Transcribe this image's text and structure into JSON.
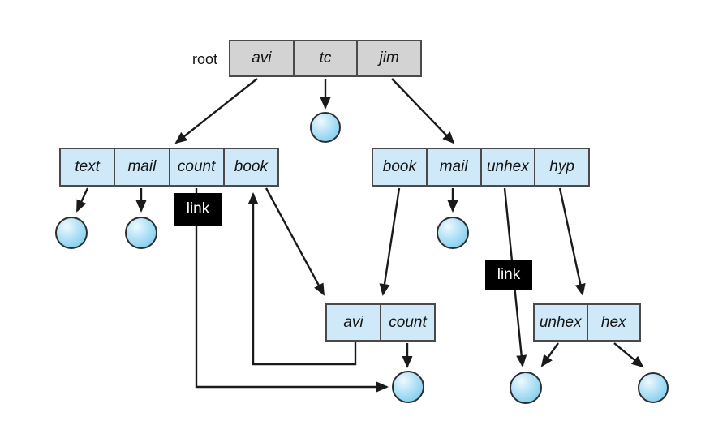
{
  "figure": {
    "root_label": "root",
    "tables": {
      "root": {
        "cells": [
          "avi",
          "tc",
          "jim"
        ]
      },
      "avi_dir": {
        "cells": [
          "text",
          "mail",
          "count",
          "book"
        ]
      },
      "jim_dir": {
        "cells": [
          "book",
          "mail",
          "unhex",
          "hyp"
        ]
      },
      "shared_dir": {
        "cells": [
          "avi",
          "count"
        ]
      },
      "hyp_dir": {
        "cells": [
          "unhex",
          "hex"
        ]
      }
    },
    "link_labels": {
      "left": "link",
      "right": "link"
    },
    "colors": {
      "directory_gray": "#d3d3d3",
      "directory_blue": "#cfe9f8",
      "table_border": "#4a4a4a",
      "arrow_line": "#1a1a1a",
      "link_background": "#000000",
      "link_text": "#ffffff",
      "file_fill": "#8fd3f1",
      "file_highlight": "#eef9fe"
    }
  }
}
